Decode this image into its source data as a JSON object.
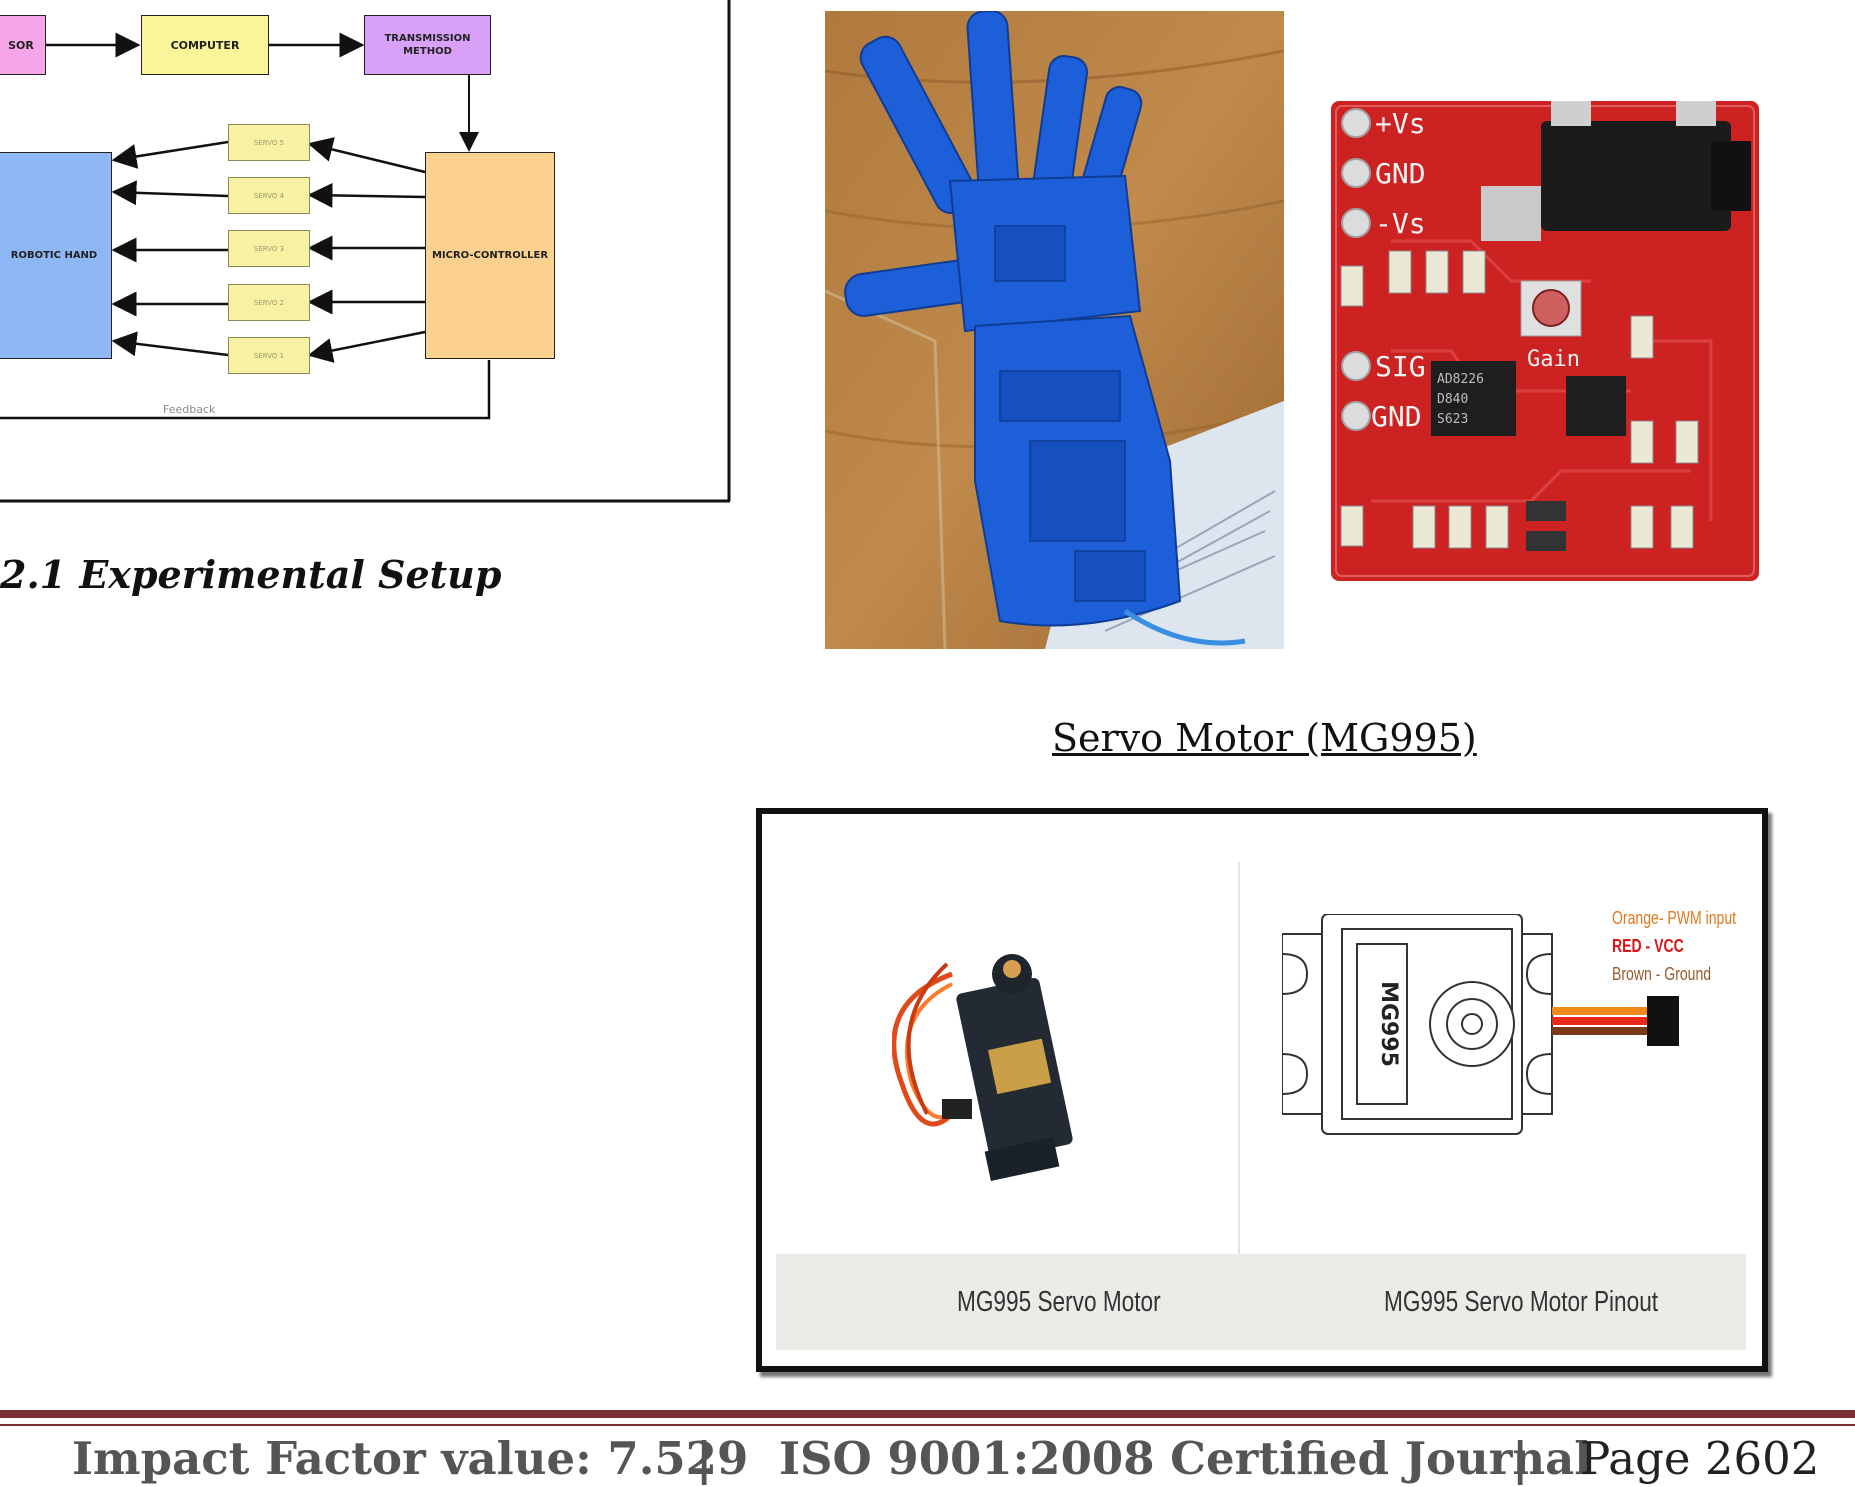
{
  "diagram": {
    "sensor_label": "SOR",
    "computer_label": "COMPUTER",
    "transmission_label_line1": "TRANSMISSION",
    "transmission_label_line2": "METHOD",
    "robotic_hand_label": "ROBOTIC HAND",
    "microcontroller_label": "MICRO-CONTROLLER",
    "servo_blocks": [
      "SERVO 5",
      "SERVO 4",
      "SERVO 3",
      "SERVO 2",
      "SERVO 1"
    ],
    "feedback_label": "Feedback"
  },
  "figure_caption": "2.1 Experimental Setup",
  "sensor_board": {
    "pins": [
      "+Vs",
      "GND",
      "-Vs",
      "SIG",
      "GND"
    ],
    "gain_label": "Gain",
    "chip_lines": [
      "AD8226",
      "D840",
      "S623"
    ]
  },
  "servo_caption": "Servo Motor (MG995)",
  "servo_figure": {
    "left_caption": "MG995 Servo Motor",
    "right_caption": "MG995 Servo Motor Pinout",
    "motor_model": "MG995",
    "wire_labels": [
      {
        "text": "Orange- PWM input",
        "color": "#e0781e"
      },
      {
        "text": "RED - VCC",
        "color": "#d8161b"
      },
      {
        "text": "Brown - Ground",
        "color": "#9a5a2a"
      }
    ]
  },
  "footer": {
    "impact": "Impact Factor value: 7.529",
    "sep1": "|",
    "iso": "ISO 9001:2008 Certified Journal",
    "sep2": "|",
    "page": "Page 2602"
  }
}
